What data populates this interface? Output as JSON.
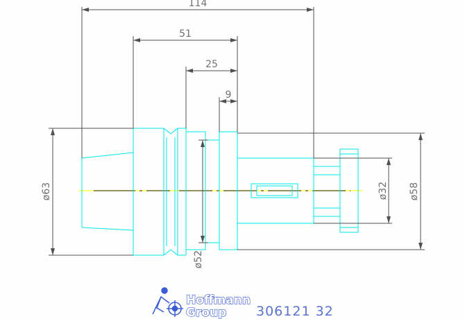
{
  "dimensions": {
    "overall_length": "114",
    "length_51": "51",
    "length_25": "25",
    "length_9": "9",
    "dia_63": "ø63",
    "dia_52": "ø52",
    "dia_32": "ø32",
    "dia_58": "ø58"
  },
  "logo": {
    "line1": "Hoffmann",
    "line2": "Group"
  },
  "part_number": "306121  32",
  "colors": {
    "outline": "#00e5e5",
    "dimension": "#505050",
    "centerline": "#ffff40",
    "text": "#707070",
    "brand": "#3a5bd4"
  }
}
